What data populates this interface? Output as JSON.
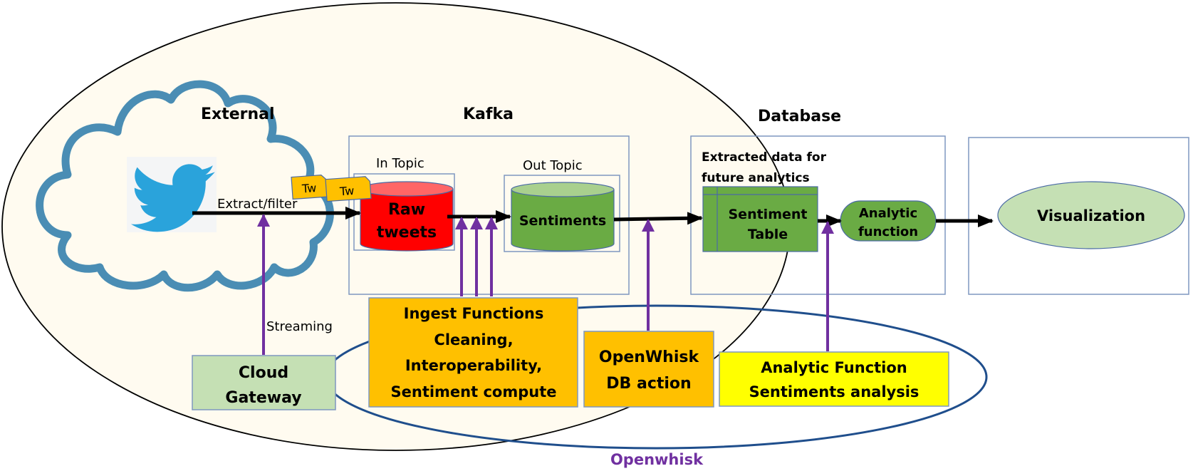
{
  "title": "Twitter sentiment analytics pipeline with Kafka, Database and OpenWhisk",
  "colors": {
    "outer_region_fill": "#fffbf0",
    "cloud_stroke": "#4a8db4",
    "twitter_blue": "#2aa3db",
    "container_stroke": "#7f97c0",
    "raw_tweets_fill": "#ff0000",
    "raw_tweets_top": "#ff6666",
    "sentiments_fill": "#6aab44",
    "sentiments_top": "#a9d08e",
    "table_fill": "#6aab44",
    "analytic_fill": "#6aab44",
    "visualization_fill": "#c5e0b4",
    "gateway_fill": "#c5e0b4",
    "ingest_fill": "#ffc000",
    "tw_fill": "#ffc000",
    "analytic_func_fill": "#ffff00",
    "openwhisk_stroke": "#1f4e8c",
    "purple_arrow": "#7030a0",
    "openwhisk_label": "#7030a0"
  },
  "sections": {
    "external": "External",
    "kafka": "Kafka",
    "database": "Database",
    "openwhisk": "Openwhisk"
  },
  "external": {
    "source_icon": "twitter-bird-icon",
    "extract_label": "Extract/filter",
    "tw_labels": [
      "Tw",
      "Tw"
    ],
    "streaming_label": "Streaming",
    "gateway_lines": [
      "Cloud",
      "Gateway"
    ]
  },
  "kafka": {
    "in_topic_label": "In Topic",
    "raw_tweets_lines": [
      "Raw",
      "tweets"
    ],
    "out_topic_label": "Out Topic",
    "sentiments_label": "Sentiments"
  },
  "database": {
    "caption_lines": [
      "Extracted data for",
      "future analytics"
    ],
    "table_lines": [
      "Sentiment",
      "Table"
    ],
    "analytic_lines": [
      "Analytic",
      "function"
    ]
  },
  "visualization": {
    "label": "Visualization"
  },
  "openwhisk": {
    "ingest_lines": [
      "Ingest Functions",
      "Cleaning,",
      "Interoperability,",
      "Sentiment compute"
    ],
    "db_action_lines": [
      "OpenWhisk",
      "DB action"
    ],
    "analytic_lines": [
      "Analytic Function",
      "Sentiments analysis"
    ]
  }
}
